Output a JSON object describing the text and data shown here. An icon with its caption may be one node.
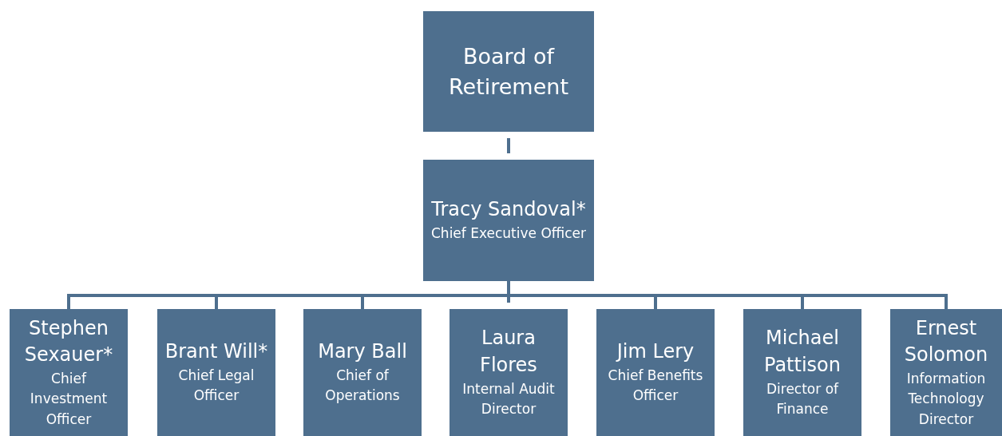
{
  "diagram": {
    "nodes": [
      {
        "text": [
          "Board of Retirement"
        ]
      },
      {
        "text": [
          "Tracy Sandoval*",
          "Chief Executive Officer"
        ]
      },
      {
        "text": [
          "Stephen Sexauer*",
          "Chief Investment Officer"
        ]
      },
      {
        "text": [
          "Brant Will*",
          "Chief Legal Officer"
        ]
      },
      {
        "text": [
          "Mary Ball",
          "Chief  of Operations"
        ]
      },
      {
        "text": [
          "Laura Flores",
          "Internal Audit Director"
        ]
      },
      {
        "text": [
          "Jim Lery",
          "Chief Benefits Officer"
        ]
      },
      {
        "text": [
          "Michael Pattison",
          "Director of Finance"
        ]
      },
      {
        "text": [
          "Ernest Solomon",
          "Information Technology Director"
        ]
      }
    ],
    "edges": [
      {
        "from": 0,
        "to": 1,
        "arrow": "none"
      },
      {
        "from": 1,
        "to": 2,
        "arrow": "none"
      },
      {
        "from": 1,
        "to": 3,
        "arrow": "none"
      },
      {
        "from": 1,
        "to": 4,
        "arrow": "none"
      },
      {
        "from": 1,
        "to": 5,
        "arrow": "none"
      },
      {
        "from": 1,
        "to": 6,
        "arrow": "none"
      },
      {
        "from": 1,
        "to": 7,
        "arrow": "none"
      },
      {
        "from": 1,
        "to": 8,
        "arrow": "none"
      }
    ]
  }
}
